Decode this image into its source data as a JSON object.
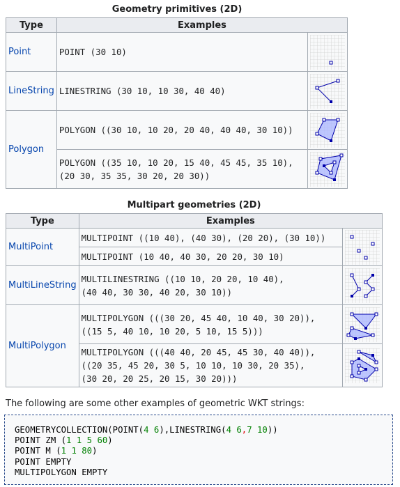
{
  "table1": {
    "caption": "Geometry primitives (2D)",
    "col_type": "Type",
    "col_examples": "Examples",
    "rows": {
      "point": {
        "type": "Point",
        "wkt": "POINT (30 10)"
      },
      "linestring": {
        "type": "LineString",
        "wkt": "LINESTRING (30 10, 10 30, 40 40)"
      },
      "polygon": {
        "type": "Polygon",
        "wkt1": "POLYGON ((30 10, 10 20, 20 40, 40 40, 30 10))",
        "wkt2": "POLYGON ((35 10, 10 20, 15 40, 45 45, 35 10),\n(20 30, 35 35, 30 20, 20 30))"
      }
    }
  },
  "table2": {
    "caption": "Multipart geometries (2D)",
    "col_type": "Type",
    "col_examples": "Examples",
    "rows": {
      "multipoint": {
        "type": "MultiPoint",
        "wkt1": "MULTIPOINT ((10 40), (40 30), (20 20), (30 10))",
        "wkt2": "MULTIPOINT (10 40, 40 30, 20 20, 30 10)"
      },
      "multilinestring": {
        "type": "MultiLineString",
        "wkt": "MULTILINESTRING ((10 10, 20 20, 10 40),\n(40 40, 30 30, 40 20, 30 10))"
      },
      "multipolygon": {
        "type": "MultiPolygon",
        "wkt1": "MULTIPOLYGON (((30 20, 45 40, 10 40, 30 20)),\n((15 5, 40 10, 10 20, 5 10, 15 5)))",
        "wkt2": "MULTIPOLYGON (((40 40, 20 45, 45 30, 40 40)),\n((20 35, 45 20, 30 5, 10 10, 10 30, 20 35),\n(30 20, 20 25, 20 15, 30 20)))"
      }
    }
  },
  "intro_text": "The following are some other examples of geometric WKT strings:",
  "code": {
    "l1_a": "GEOMETRYCOLLECTION(POINT(",
    "l1_b": "4 6",
    "l1_c": "),LINESTRING(",
    "l1_d": "4 6",
    "l1_e": ",",
    "l1_f": "7 10",
    "l1_g": "))",
    "l2_a": "POINT ZM (",
    "l2_b": "1 1 5 60",
    "l2_c": ")",
    "l3_a": "POINT M (",
    "l3_b": "1 1 80",
    "l3_c": ")",
    "l4": "POINT EMPTY",
    "l5": "MULTIPOLYGON EMPTY"
  },
  "colors": {
    "link": "#0645ad",
    "shape_stroke": "#0000aa",
    "shape_fill": "#aab4ff",
    "grid": "#d0d0d0",
    "green": "#008000",
    "red": "#dd0000"
  }
}
